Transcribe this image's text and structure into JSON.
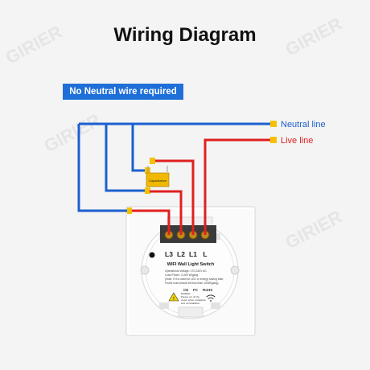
{
  "title": "Wiring Diagram",
  "badge": "No Neutral wire required",
  "lines": {
    "neutral": "Neutral line",
    "live": "Live line"
  },
  "component": "Capacitance",
  "terminals": [
    "L3",
    "L2",
    "L1",
    "L"
  ],
  "module": {
    "name": "WIFI Wall Light Switch",
    "specs": [
      "Operational Voltage: 170-240V AC",
      "Load Power: 3-300 W/gang",
      "(Note: If it is used for LED or energy saving bulb,",
      "Power load should be less than 100W/gang)"
    ],
    "certs": [
      "CE",
      "FC",
      "RoHS"
    ],
    "caution": [
      "Caution:",
      "Please cut off the",
      "power when installation",
      "and uninstallation"
    ]
  },
  "watermark": "GIRIER",
  "colors": {
    "neutral": "#1c5fcf",
    "live": "#e02020",
    "badge": "#1f6fd8",
    "capacitor": "#f0b800",
    "connector": "#f5c000",
    "plate": "#ffffff"
  },
  "icons": [
    "wifi-icon",
    "warning-icon",
    "capacitor-icon"
  ]
}
